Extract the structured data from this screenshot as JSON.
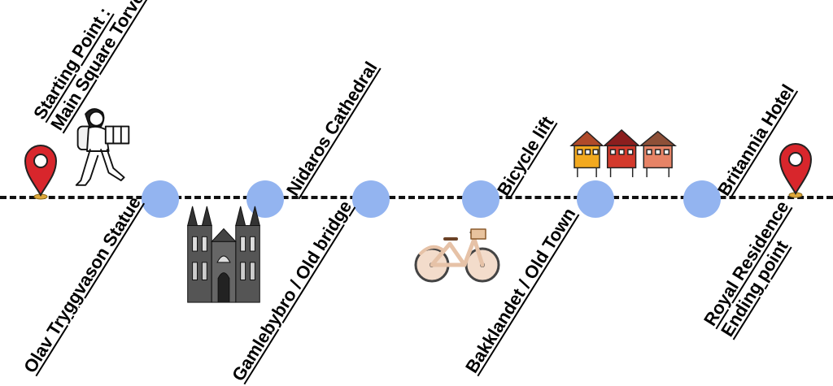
{
  "labels": {
    "start_line1": "Starting Point :",
    "start_line2": "Main Square Torvet",
    "olav": "Olav Tryggvason Statue",
    "nidaros": "Nidaros Cathedral",
    "gamlebybro": "Gamlebybro / Old bridge",
    "bicycle_lift": "Bicycle lift",
    "bakklandet": "Bakklandet / Old Town",
    "britannia": "Britannia Hotel",
    "end_line1": "Royal Residence",
    "end_line2": "Ending point"
  },
  "colors": {
    "stop": "#93b4f0",
    "pin": "#d8262c",
    "line": "#111111"
  },
  "icons": [
    "map-pin-icon",
    "hiker-icon",
    "cathedral-icon",
    "bicycle-icon",
    "houses-icon"
  ]
}
